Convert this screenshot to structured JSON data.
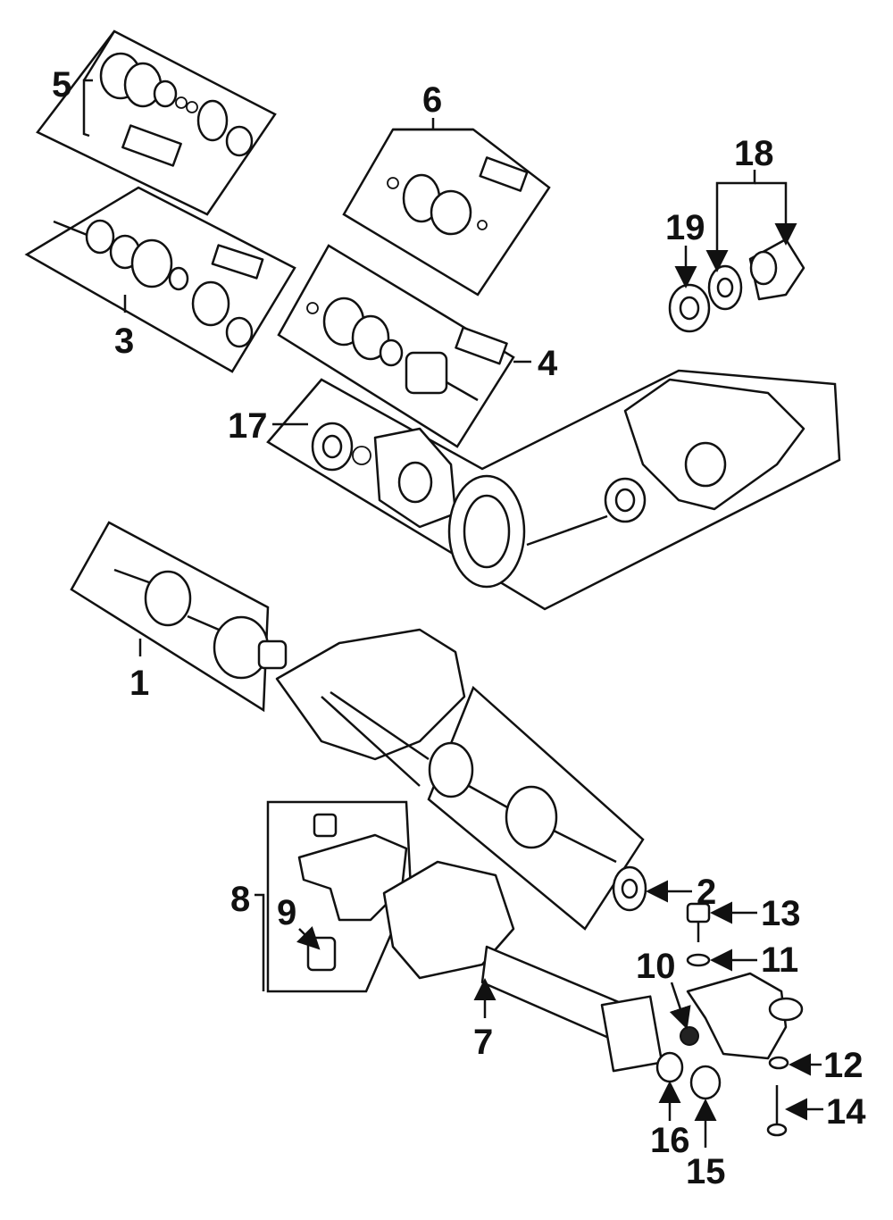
{
  "callouts": [
    {
      "id": "1",
      "label": "1"
    },
    {
      "id": "2",
      "label": "2"
    },
    {
      "id": "3",
      "label": "3"
    },
    {
      "id": "4",
      "label": "4"
    },
    {
      "id": "5",
      "label": "5"
    },
    {
      "id": "6",
      "label": "6"
    },
    {
      "id": "7",
      "label": "7"
    },
    {
      "id": "8",
      "label": "8"
    },
    {
      "id": "9",
      "label": "9"
    },
    {
      "id": "10",
      "label": "10"
    },
    {
      "id": "11",
      "label": "11"
    },
    {
      "id": "12",
      "label": "12"
    },
    {
      "id": "13",
      "label": "13"
    },
    {
      "id": "14",
      "label": "14"
    },
    {
      "id": "15",
      "label": "15"
    },
    {
      "id": "16",
      "label": "16"
    },
    {
      "id": "17",
      "label": "17"
    },
    {
      "id": "18",
      "label": "18"
    },
    {
      "id": "19",
      "label": "19"
    }
  ],
  "colors": {
    "ink": "#111111",
    "background": "#ffffff"
  }
}
